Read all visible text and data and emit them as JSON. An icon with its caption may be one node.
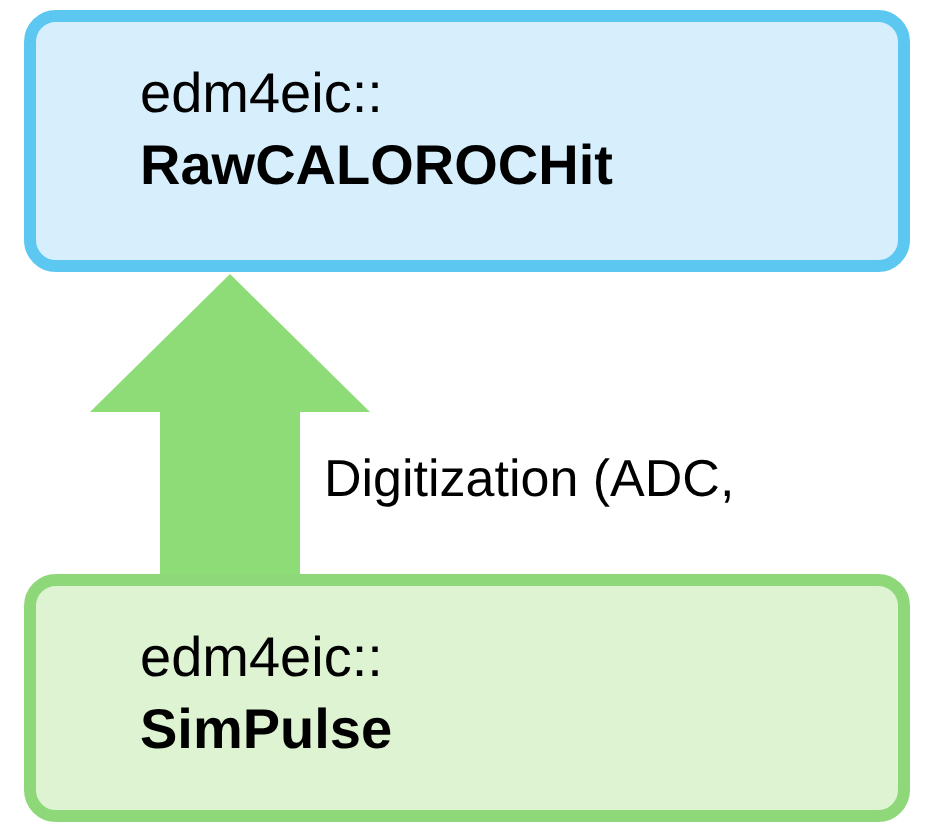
{
  "diagram": {
    "nodes": [
      {
        "text": [
          "edm4eic::",
          "RawCALOROCHit"
        ]
      },
      {
        "text": [
          "edm4eic::",
          "SimPulse"
        ]
      }
    ],
    "edges": [
      {
        "from": 1,
        "to": 0,
        "arrow": "to",
        "label": "Digitization (ADC,"
      }
    ]
  }
}
